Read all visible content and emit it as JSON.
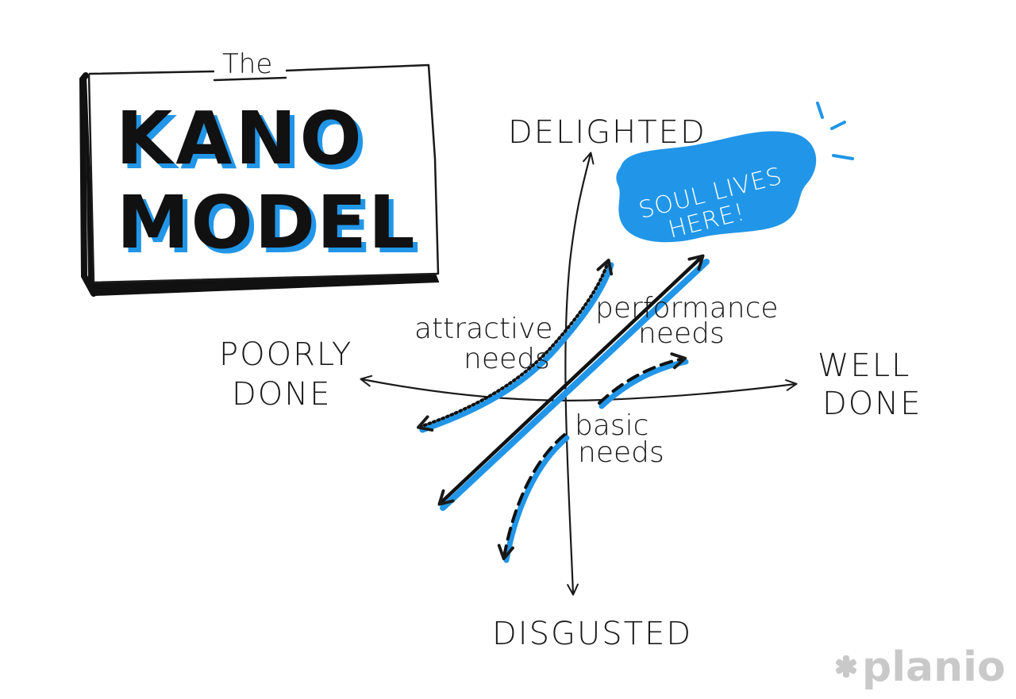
{
  "title": {
    "prefix": "The",
    "line1": "KANO",
    "line2": "MODEL"
  },
  "axes": {
    "top": "DELIGHTED",
    "bottom": "DISGUSTED",
    "left_line1": "POORLY",
    "left_line2": "DONE",
    "right_line1": "WELL",
    "right_line2": "DONE"
  },
  "cloud": {
    "line1": "SOUL LIVES",
    "line2": "HERE!"
  },
  "curves": {
    "attractive_line1": "attractive",
    "attractive_line2": "needs",
    "performance_line1": "performance",
    "performance_line2": "needs",
    "basic_line1": "basic",
    "basic_line2": "needs"
  },
  "brand": {
    "name": "planio"
  },
  "colors": {
    "ink": "#1a1a1a",
    "accent": "#2196e8",
    "brand_gray": "#c9c9c9"
  }
}
